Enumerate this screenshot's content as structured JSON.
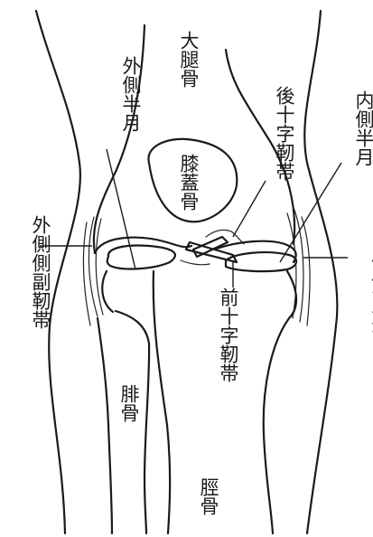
{
  "labels": {
    "femur": "大腿骨",
    "lateral_meniscus": "外側半月",
    "patella": "膝蓋骨",
    "posterior_cruciate": "後十字靭帯",
    "medial_meniscus": "内側半月",
    "lateral_collateral": "外側側副靭帯",
    "medial_collateral": "内側側副靭帯",
    "anterior_cruciate": "前十字靭帯",
    "fibula": "腓骨",
    "tibia": "脛骨"
  }
}
